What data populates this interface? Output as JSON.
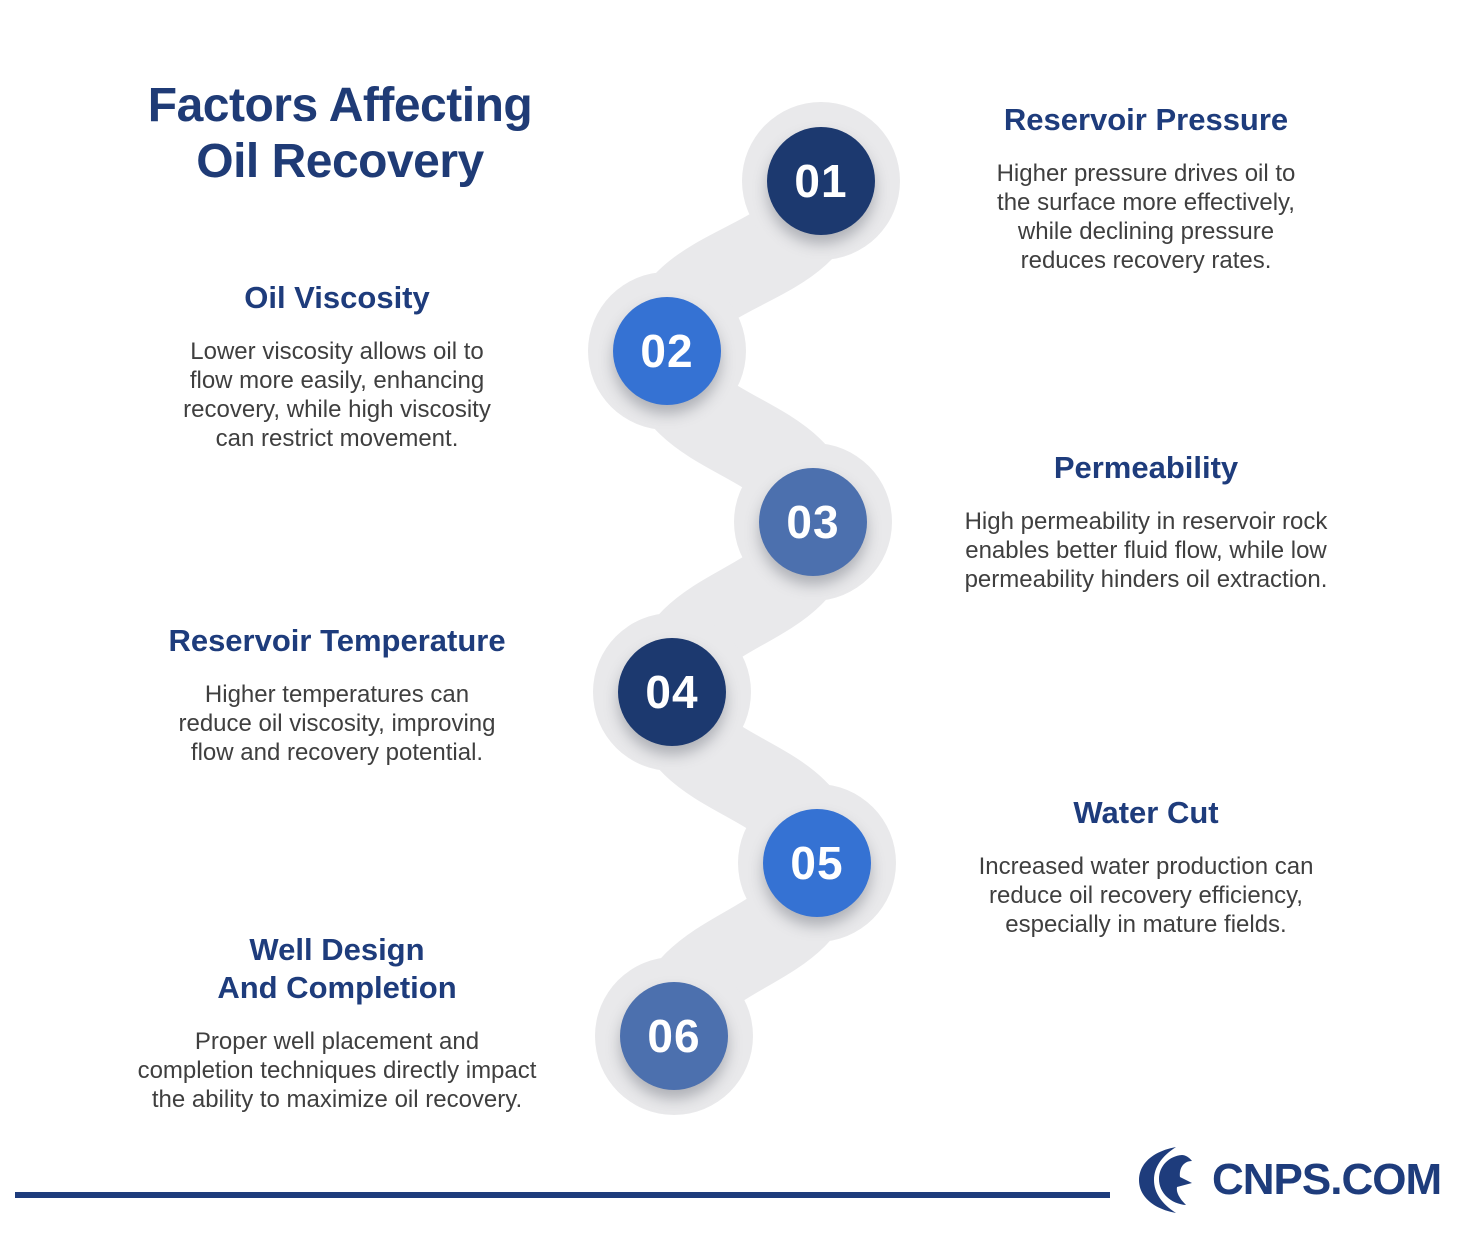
{
  "title": {
    "text": "Factors Affecting\nOil Recovery"
  },
  "factors": [
    {
      "number": "01",
      "heading": "Reservoir Pressure",
      "description": "Higher pressure drives oil to\nthe surface more effectively,\nwhile declining pressure\nreduces recovery rates.",
      "side": "right",
      "circle_color": "#1c396f"
    },
    {
      "number": "02",
      "heading": "Oil Viscosity",
      "description": "Lower viscosity allows oil to\nflow more easily, enhancing\nrecovery, while high viscosity\ncan restrict movement.",
      "side": "left",
      "circle_color": "#3572d3"
    },
    {
      "number": "03",
      "heading": "Permeability",
      "description": "High permeability in reservoir rock\nenables better fluid flow, while low\npermeability hinders oil extraction.",
      "side": "right",
      "circle_color": "#4c70ae"
    },
    {
      "number": "04",
      "heading": "Reservoir Temperature",
      "description": "Higher temperatures can\nreduce oil viscosity, improving\nflow and recovery potential.",
      "side": "left",
      "circle_color": "#1c396f"
    },
    {
      "number": "05",
      "heading": "Water Cut",
      "description": "Increased water production can\nreduce oil recovery efficiency,\nespecially in mature fields.",
      "side": "right",
      "circle_color": "#3572d3"
    },
    {
      "number": "06",
      "heading": "Well Design\nAnd Completion",
      "description": "Proper well placement and\ncompletion techniques directly impact\nthe ability to maximize oil recovery.",
      "side": "left",
      "circle_color": "#4c70ae"
    }
  ],
  "footer": {
    "brand": "CNPS.COM",
    "logo_icon": "double-crescent-icon"
  },
  "colors": {
    "title": "#1f3b76",
    "heading": "#1e3c7c",
    "body": "#3f3f3f",
    "path": "#e9e9eb",
    "navy": "#1c396f",
    "bright": "#3572d3",
    "steel": "#4c70ae",
    "line": "#1e3c7c"
  }
}
